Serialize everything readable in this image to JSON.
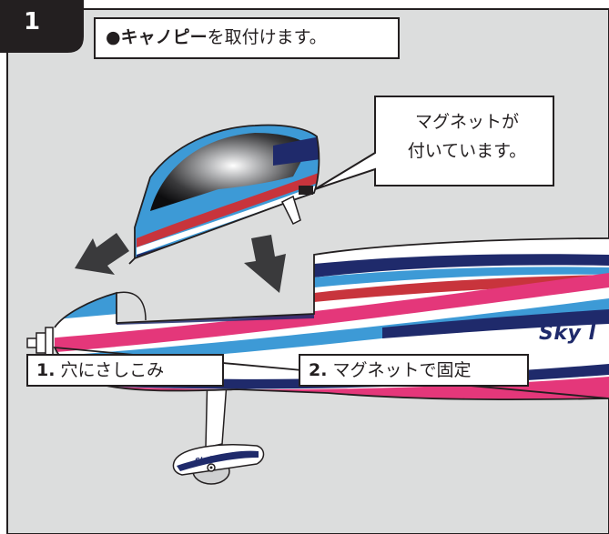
{
  "step": {
    "number": "1"
  },
  "header": {
    "bullet": "●",
    "part_name": "キャノピー",
    "action": "を取付けます。"
  },
  "callout": {
    "line1": "マグネットが",
    "line2": "付いています。"
  },
  "labels": {
    "step1_num": "1.",
    "step1_text": "穴にさしこみ",
    "step2_num": "2.",
    "step2_text": "マグネットで固定"
  },
  "decals": {
    "fuselage_brand": "Sky l",
    "wheel_pant_brand": "SkyLeaf"
  },
  "colors": {
    "panel_background": "#dcdddd",
    "stripe_pink": "#e4377a",
    "stripe_blue": "#3d9ad6",
    "stripe_navy": "#1f2a6b",
    "stripe_red": "#c8343c",
    "step_tab": "#231f20"
  }
}
